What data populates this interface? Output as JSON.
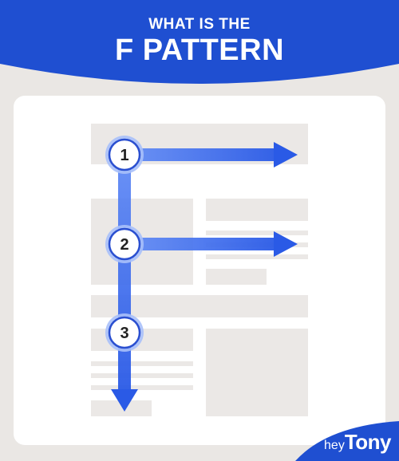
{
  "header": {
    "subtitle": "WHAT IS THE",
    "title": "F PATTERN"
  },
  "steps": [
    {
      "label": "1"
    },
    {
      "label": "2"
    },
    {
      "label": "3"
    }
  ],
  "logo": {
    "prefix": "hey",
    "name": "Tony"
  },
  "colors": {
    "brand_blue": "#1f4fd1",
    "arrow_blue": "#3d6ff0",
    "placeholder_gray": "#ebe8e6",
    "background": "#eae7e4",
    "card": "#ffffff"
  }
}
